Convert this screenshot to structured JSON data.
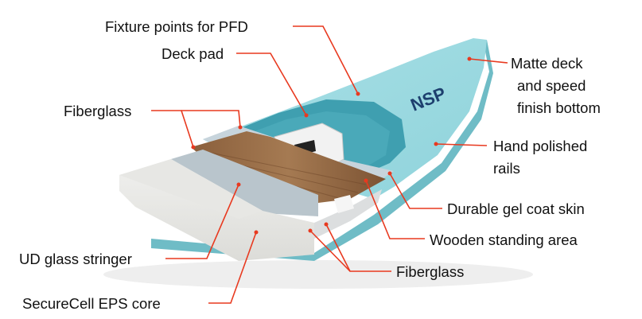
{
  "brand_logo": "NSP",
  "leader_color": "#e8391f",
  "labels": {
    "fixture_points": "Fixture points for PFD",
    "deck_pad": "Deck pad",
    "fiberglass_top": "Fiberglass",
    "matte_deck_line1": "Matte deck",
    "matte_deck_line2": "and speed",
    "matte_deck_line3": "finish bottom",
    "hand_polished_line1": "Hand polished",
    "hand_polished_line2": "rails",
    "gel_coat": "Durable gel coat skin",
    "wooden_area": "Wooden standing area",
    "fiberglass_bottom": "Fiberglass",
    "ud_stringer": "UD glass stringer",
    "eps_core": "SecureCell EPS core"
  }
}
